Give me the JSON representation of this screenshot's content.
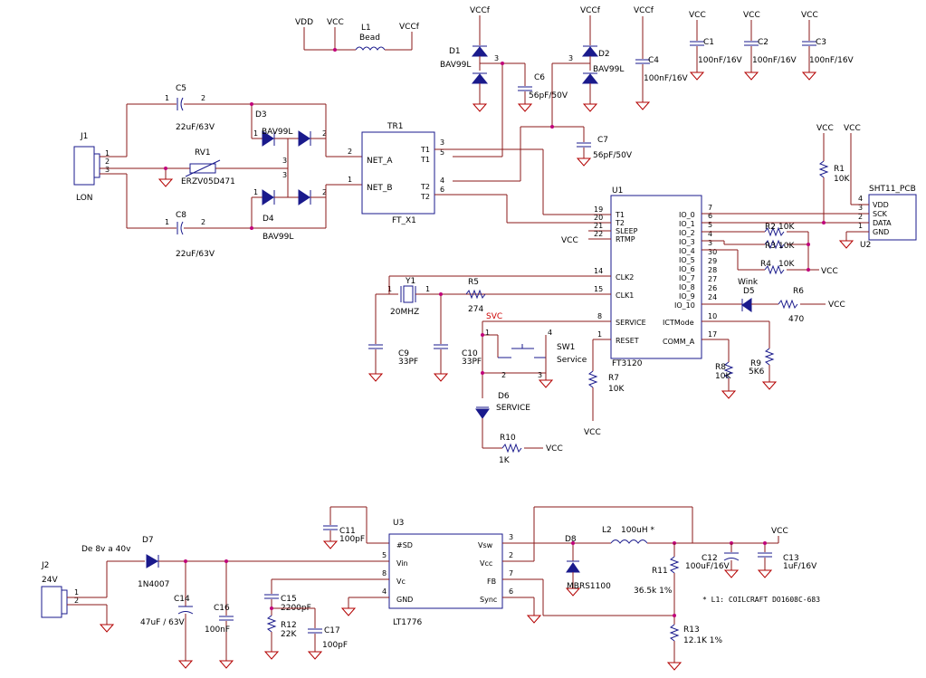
{
  "power_top": {
    "vdd": "VDD",
    "vcc": "VCC",
    "vccf": "VCCf",
    "bead_ref": "L1",
    "bead_val": "Bead"
  },
  "decoupling": [
    {
      "ref": "C1",
      "val": "100nF/16V"
    },
    {
      "ref": "C2",
      "val": "100nF/16V"
    },
    {
      "ref": "C3",
      "val": "100nF/16V"
    },
    {
      "ref": "C4",
      "val": "100nF/16V"
    }
  ],
  "protection": {
    "d1": "D1",
    "d2": "D2",
    "d1val": "BAV99L",
    "d2val": "BAV99L",
    "c6": "C6",
    "c6val": "56pF/50V",
    "c7": "C7",
    "c7val": "56pF/50V"
  },
  "lon": {
    "j1": "J1",
    "j1val": "LON",
    "c5": "C5",
    "c5val": "22uF/63V",
    "c8": "C8",
    "c8val": "22uF/63V",
    "rv1": "RV1",
    "rv1val": "ERZV05D471",
    "d3": "D3",
    "d3val": "BAV99L",
    "d4": "D4",
    "d4val": "BAV99L",
    "tr1": "TR1",
    "tr1val": "FT_X1",
    "net_a": "NET_A",
    "net_b": "NET_B"
  },
  "u1": {
    "ref": "U1",
    "val": "FT3120",
    "left_pins": [
      {
        "num": "19",
        "name": "T1"
      },
      {
        "num": "20",
        "name": "T2"
      },
      {
        "num": "21",
        "name": "SLEEP"
      },
      {
        "num": "22",
        "name": "RTMP"
      },
      {
        "num": "14",
        "name": "CLK2"
      },
      {
        "num": "15",
        "name": "CLK1"
      },
      {
        "num": "8",
        "name": "SERVICE"
      },
      {
        "num": "1",
        "name": "RESET"
      }
    ],
    "right_pins": [
      {
        "num": "7",
        "name": "IO_0"
      },
      {
        "num": "6",
        "name": "IO_1"
      },
      {
        "num": "5",
        "name": "IO_2"
      },
      {
        "num": "4",
        "name": "IO_3"
      },
      {
        "num": "3",
        "name": "IO_4"
      },
      {
        "num": "30",
        "name": "IO_5"
      },
      {
        "num": "29",
        "name": "IO_6"
      },
      {
        "num": "28",
        "name": "IO_7"
      },
      {
        "num": "27",
        "name": "IO_8"
      },
      {
        "num": "26",
        "name": "IO_9"
      },
      {
        "num": "24",
        "name": "IO_10"
      },
      {
        "num": "10",
        "name": "ICTMode"
      },
      {
        "num": "17",
        "name": "COMM_A"
      }
    ]
  },
  "sensor": {
    "ref": "U2",
    "val": "SHT11_PCB",
    "pins": [
      "VDD",
      "SCK",
      "DATA",
      "GND"
    ],
    "pinnums": [
      "4",
      "3",
      "2",
      "1"
    ],
    "r1": "R1",
    "r1val": "10K",
    "r2": "R2",
    "r2val": "10K",
    "r3": "R3",
    "r3val": "10K",
    "r4": "R4",
    "r4val": "10K"
  },
  "clock": {
    "y1": "Y1",
    "y1val": "20MHZ",
    "r5": "R5",
    "r5val": "274",
    "c9": "C9",
    "c9val": "33PF",
    "c10": "C10",
    "c10val": "33PF"
  },
  "service": {
    "svc": "SVC",
    "sw1": "SW1",
    "sw1val": "Service",
    "d6": "D6",
    "d6val": "SERVICE",
    "r10": "R10",
    "r10val": "1K",
    "r7": "R7",
    "r7val": "10K"
  },
  "wink": {
    "label": "Wink",
    "d5": "D5",
    "r6": "R6",
    "r6val": "470",
    "r8": "R8",
    "r8val": "10K",
    "r9": "R9",
    "r9val": "5K6"
  },
  "psu": {
    "j2": "J2",
    "j2val": "24V",
    "note": "De 8v a 40v",
    "d7": "D7",
    "d7val": "1N4007",
    "c14": "C14",
    "c14val": "47uF / 63V",
    "c16": "C16",
    "c16val": "100nF",
    "c11": "C11",
    "c11val": "100pF",
    "u3": "U3",
    "u3val": "LT1776",
    "u3left": [
      "#SD",
      "Vin",
      "Vc",
      "GND"
    ],
    "u3leftnums": [
      "5",
      "8",
      "4"
    ],
    "u3right": [
      "Vsw",
      "Vcc",
      "FB",
      "Sync"
    ],
    "u3rightnums": [
      "3",
      "2",
      "7",
      "6"
    ],
    "c15": "C15",
    "c15val": "2200pF",
    "r12": "R12",
    "r12val": "22K",
    "c17": "C17",
    "c17val": "100pF",
    "d8": "D8",
    "d8val": "MBRS1100",
    "l2": "L2",
    "l2val": "100uH *",
    "r11": "R11",
    "r11val": "36.5k 1%",
    "r13": "R13",
    "r13val": "12.1K 1%",
    "c12": "C12",
    "c12val": "100uF/16V",
    "c13": "C13",
    "c13val": "1uF/16V",
    "footnote": "* L1: COILCRAFT DO1608C-683"
  }
}
